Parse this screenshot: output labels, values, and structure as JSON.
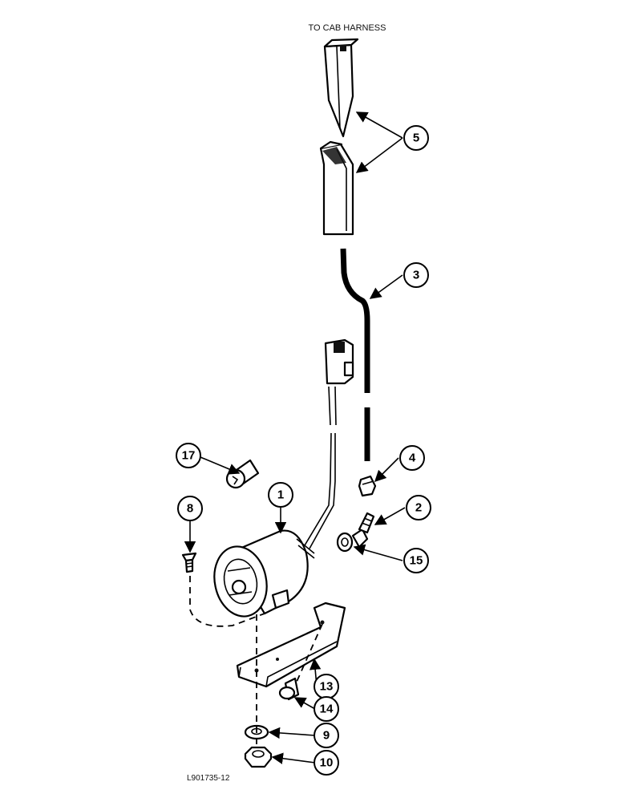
{
  "header": {
    "label": "TO CAB HARNESS"
  },
  "footer": {
    "drawing_id": "L901735-12"
  },
  "callouts": [
    "5",
    "3",
    "4",
    "2",
    "15",
    "17",
    "8",
    "1",
    "13",
    "14",
    "9",
    "10"
  ],
  "colors": {
    "ink": "#000000",
    "paper": "#ffffff"
  }
}
